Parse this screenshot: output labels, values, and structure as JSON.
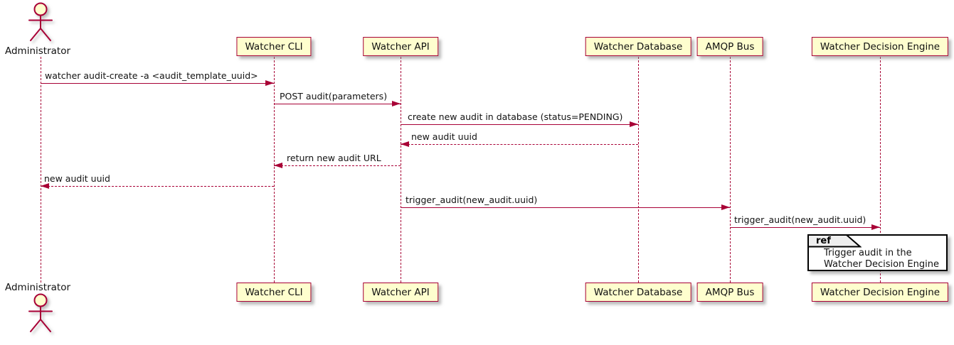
{
  "diagram": {
    "type": "sequence",
    "tool_style": "plantuml"
  },
  "participants": [
    {
      "id": "administrator",
      "label": "Administrator",
      "kind": "actor"
    },
    {
      "id": "watcher-cli",
      "label": "Watcher CLI",
      "kind": "participant"
    },
    {
      "id": "watcher-api",
      "label": "Watcher API",
      "kind": "participant"
    },
    {
      "id": "watcher-database",
      "label": "Watcher Database",
      "kind": "participant"
    },
    {
      "id": "amqp-bus",
      "label": "AMQP Bus",
      "kind": "participant"
    },
    {
      "id": "watcher-decision-engine",
      "label": "Watcher Decision Engine",
      "kind": "participant"
    }
  ],
  "messages": [
    {
      "from": "administrator",
      "to": "watcher-cli",
      "label": "watcher audit-create -a <audit_template_uuid>",
      "line": "solid"
    },
    {
      "from": "watcher-cli",
      "to": "watcher-api",
      "label": "POST audit(parameters)",
      "line": "solid"
    },
    {
      "from": "watcher-api",
      "to": "watcher-database",
      "label": "create new audit in database (status=PENDING)",
      "line": "solid"
    },
    {
      "from": "watcher-database",
      "to": "watcher-api",
      "label": "new audit uuid",
      "line": "dashed"
    },
    {
      "from": "watcher-api",
      "to": "watcher-cli",
      "label": "return new audit URL",
      "line": "dashed"
    },
    {
      "from": "watcher-cli",
      "to": "administrator",
      "label": "new audit uuid",
      "line": "dashed"
    },
    {
      "from": "watcher-api",
      "to": "amqp-bus",
      "label": "trigger_audit(new_audit.uuid)",
      "line": "solid"
    },
    {
      "from": "amqp-bus",
      "to": "watcher-decision-engine",
      "label": "trigger_audit(new_audit.uuid)",
      "line": "solid"
    }
  ],
  "ref_fragment": {
    "tab_label": "ref",
    "over": "watcher-decision-engine",
    "text_lines": {
      "0": "Trigger audit in the",
      "1": "Watcher Decision Engine"
    }
  },
  "colors": {
    "background": "#FFFFFF",
    "participant_fill": "#FEFECE",
    "participant_border": "#A80036",
    "lifeline": "#A80036",
    "arrow": "#A80036",
    "actor_stroke": "#A80036",
    "ref_border": "#000000",
    "ref_tab_fill": "#EEEEEE",
    "text": "#000000"
  }
}
